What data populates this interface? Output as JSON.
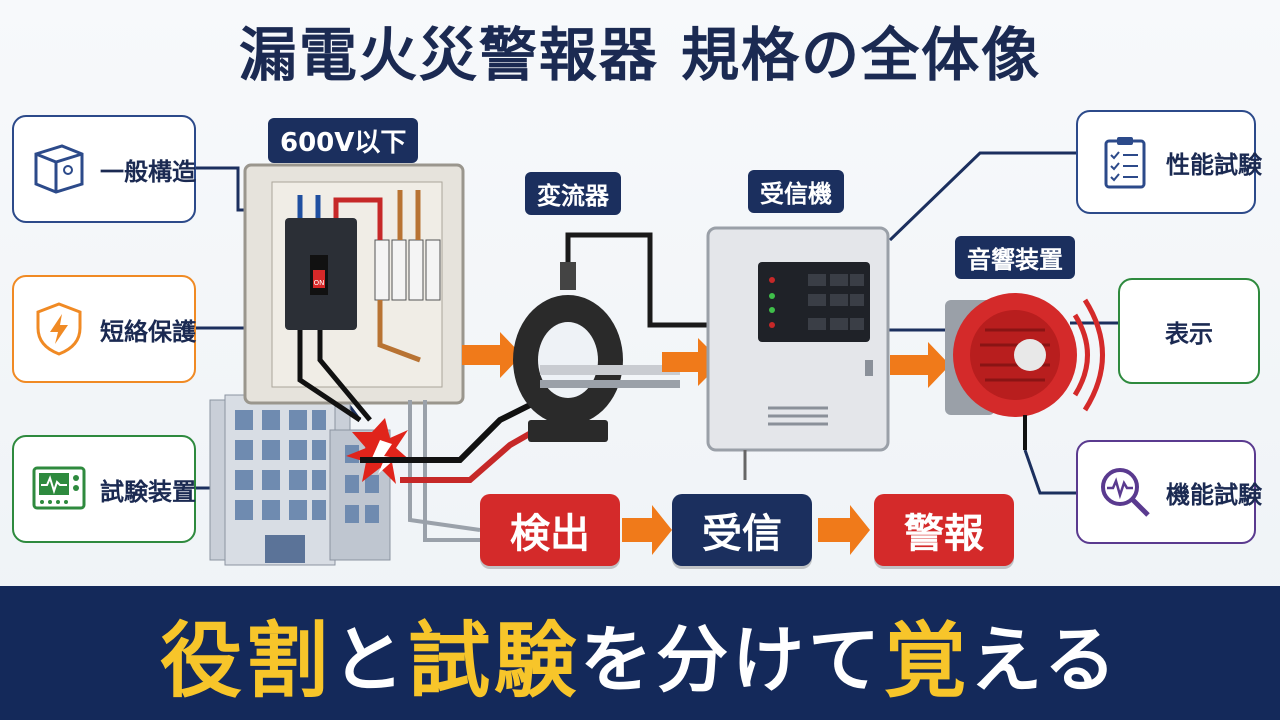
{
  "title": "漏電火災警報器  規格の全体像",
  "left_cards": [
    {
      "label": "一般構造",
      "icon": "box-structure-icon",
      "color": "#2c4a8a"
    },
    {
      "label": "短絡保護",
      "icon": "shield-bolt-icon",
      "color": "#f08a24"
    },
    {
      "label": "試験装置",
      "icon": "oscilloscope-icon",
      "color": "#2e8a3e"
    }
  ],
  "right_cards": [
    {
      "label": "性能試験",
      "icon": "checklist-icon",
      "color": "#2c4a8a"
    },
    {
      "label": "表示",
      "icon": "",
      "color": "#2e8a3e"
    },
    {
      "label": "機能試験",
      "icon": "magnifier-wave-icon",
      "color": "#5a3a8f"
    }
  ],
  "tags": {
    "voltage": "600V以下",
    "ct": "変流器",
    "receiver": "受信機",
    "alarm": "音響装置"
  },
  "flow": [
    {
      "label": "検出",
      "color": "#d42a2a"
    },
    {
      "label": "受信",
      "color": "#1b2f5e"
    },
    {
      "label": "警報",
      "color": "#d42a2a"
    }
  ],
  "banner": {
    "part1": "役割",
    "part2": "と",
    "part3": "試験",
    "part4": "を分けて",
    "part5": "覚",
    "part6": "える"
  },
  "panel_labels": {
    "breaker_on": "ON"
  },
  "colors": {
    "navy": "#1b2f5e",
    "orange_arrow": "#f07a1a",
    "alarm_red": "#d42a2a"
  }
}
